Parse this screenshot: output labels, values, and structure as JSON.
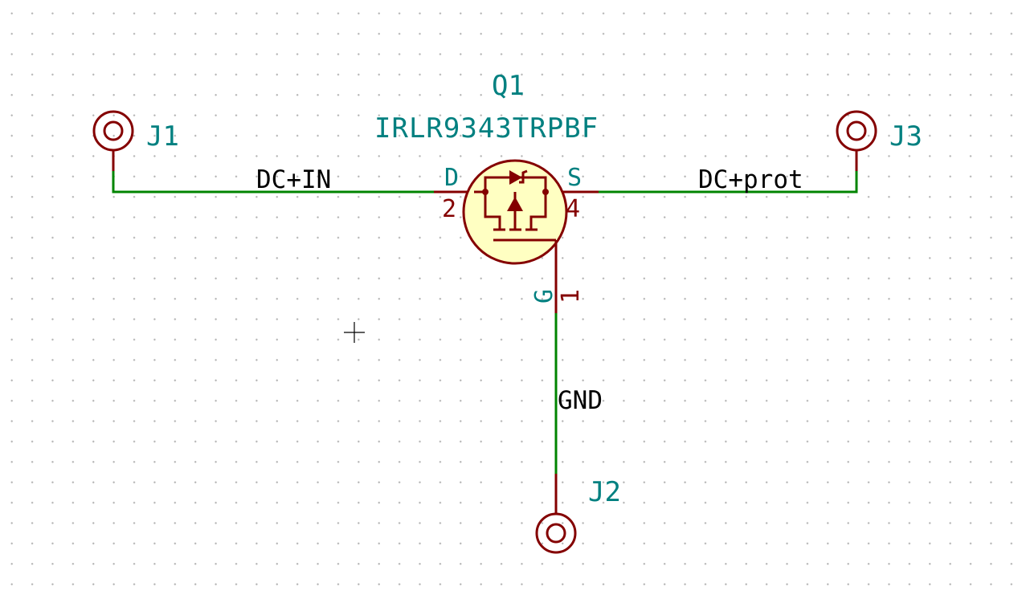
{
  "components": {
    "q1": {
      "reference": "Q1",
      "value": "IRLR9343TRPBF",
      "pins": {
        "drain": {
          "name": "D",
          "number": "2"
        },
        "source": {
          "name": "S",
          "number": "4"
        },
        "gate": {
          "name": "G",
          "number": "1"
        }
      }
    },
    "j1": {
      "reference": "J1"
    },
    "j2": {
      "reference": "J2"
    },
    "j3": {
      "reference": "J3"
    }
  },
  "nets": {
    "dc_in": "DC+IN",
    "dc_prot": "DC+prot",
    "gnd": "GND"
  },
  "colors": {
    "wire": "#008400",
    "pin": "#840000",
    "body_fill": "#ffffc2",
    "text_teal": "#008080",
    "net_label": "#000000",
    "grid_dot": "#b4b4b4"
  }
}
